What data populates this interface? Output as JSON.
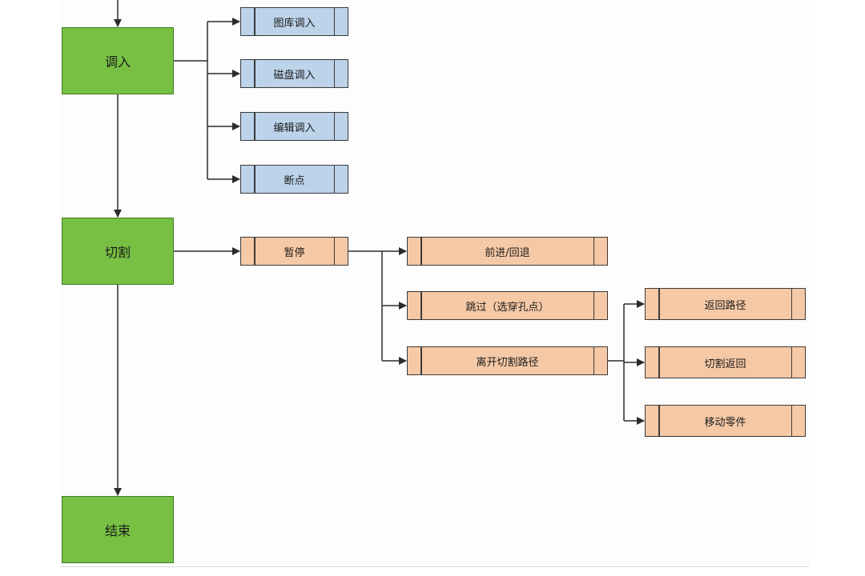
{
  "flowchart": {
    "main_steps": {
      "import": "调入",
      "cut": "切割",
      "end": "结束"
    },
    "import_options": {
      "gallery": "图库调入",
      "disk": "磁盘调入",
      "edit": "编辑调入",
      "breakpoint": "断点"
    },
    "cut_options": {
      "pause": "暂停"
    },
    "pause_options": {
      "forward_back": "前进/回退",
      "skip": "跳过（选穿孔点）",
      "leave_path": "离开切割路径"
    },
    "leave_path_options": {
      "return_path": "返回路径",
      "cut_return": "切割返回",
      "move_part": "移动零件"
    }
  },
  "colors": {
    "main_fill": "#77c043",
    "import_fill": "#bcd3ea",
    "cut_fill": "#f6c9a6",
    "line": "#2b2b2b"
  }
}
